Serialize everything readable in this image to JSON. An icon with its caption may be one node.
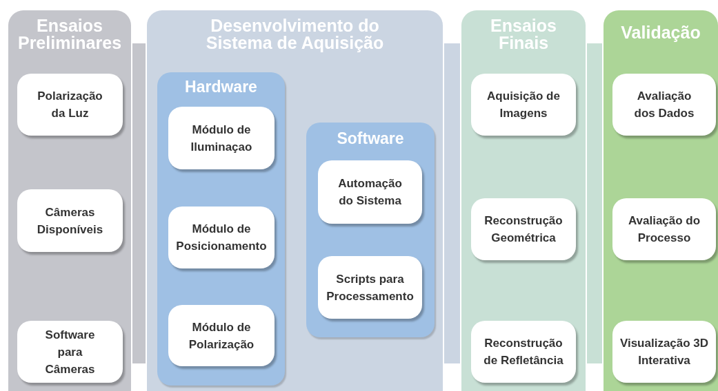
{
  "diagram": {
    "nodes": [
      {
        "text": [
          "Ensaios Preliminares"
        ]
      },
      {
        "text": [
          "Polarização da Luz"
        ],
        "in": 0
      },
      {
        "text": [
          "Câmeras Disponíveis"
        ],
        "in": 0
      },
      {
        "text": [
          "Software para Câmeras"
        ],
        "in": 0
      },
      {
        "text": [
          "Desenvolvimento do Sistema de Aquisição"
        ]
      },
      {
        "text": [
          "Hardware"
        ],
        "in": 4
      },
      {
        "text": [
          "Módulo de Iluminaçao"
        ],
        "in": 5
      },
      {
        "text": [
          "Módulo de Posicionamento"
        ],
        "in": 5
      },
      {
        "text": [
          "Módulo de Polarização"
        ],
        "in": 5
      },
      {
        "text": [
          "Software"
        ],
        "in": 4
      },
      {
        "text": [
          "Automação do Sistema"
        ],
        "in": 9
      },
      {
        "text": [
          "Scripts para Processamento"
        ],
        "in": 9
      },
      {
        "text": [
          "Ensaios Finais"
        ]
      },
      {
        "text": [
          "Aquisição de Imagens"
        ],
        "in": 12
      },
      {
        "text": [
          "Reconstrução Geométrica"
        ],
        "in": 12
      },
      {
        "text": [
          "Reconstrução de Refletância"
        ],
        "in": 12
      },
      {
        "text": [
          "Validação"
        ]
      },
      {
        "text": [
          "Avaliação dos Dados"
        ],
        "in": 16
      },
      {
        "text": [
          "Avaliação do Processo"
        ],
        "in": 16
      },
      {
        "text": [
          "Visualização 3D Interativa"
        ],
        "in": 16
      }
    ],
    "edges": [
      {
        "from": 0,
        "to": 4,
        "arrow": "none",
        "color": "#c4c5cb"
      },
      {
        "from": 4,
        "to": 12,
        "arrow": "none",
        "color": "#cbd5e2"
      },
      {
        "from": 12,
        "to": 16,
        "arrow": "none",
        "color": "#c8e0d5"
      }
    ]
  }
}
